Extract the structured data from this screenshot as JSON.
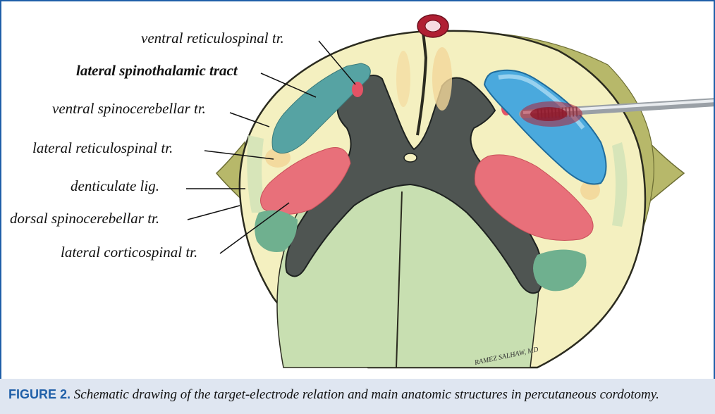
{
  "labels": {
    "ventral_reticulospinal": "ventral reticulospinal tr.",
    "lateral_spinothalamic": "lateral spinothalamic tract",
    "ventral_spinocerebellar": "ventral spinocerebellar tr.",
    "lateral_reticulospinal": "lateral reticulospinal tr.",
    "denticulate": "denticulate lig.",
    "dorsal_spinocerebellar": "dorsal spinocerebellar tr.",
    "lateral_corticospinal": "lateral corticospinal tr."
  },
  "signature": "RAMEZ SALHAW, MD",
  "caption": {
    "label": "FIGURE 2.",
    "text": "Schematic drawing of the target-electrode relation and main anatomic structures in percutaneous cordotomy."
  },
  "colors": {
    "frame": "#1f5fa8",
    "caption_bg": "#dfe6f1",
    "white_matter": "#f4f0c0",
    "gray_matter": "#4f5552",
    "dorsal_column": "#c8dfb1",
    "spinothalamic": "#56a3a3",
    "corticospinal": "#e8707a",
    "dorsal_spinocerebellar": "#6fb08f",
    "lesion_target": "#4aa9dd",
    "dura": "#b7b86a",
    "vessel": "#b01f33"
  }
}
